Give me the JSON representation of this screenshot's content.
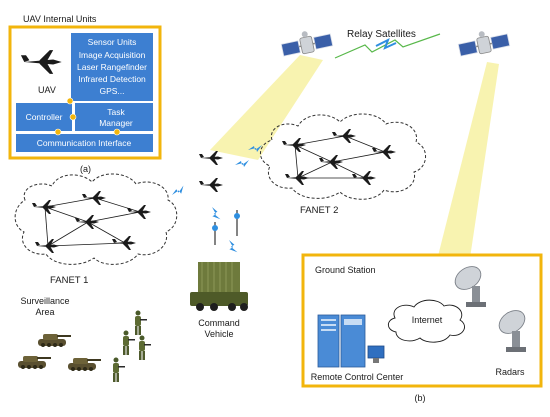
{
  "uav_units": {
    "title": "UAV Internal Units",
    "uav_label": "UAV",
    "sensor_title": "Sensor Units",
    "sensor_items": [
      "Image Acquisition",
      "Laser Rangefinder",
      "Infrared Detection",
      "GPS..."
    ],
    "controller": "Controller",
    "task_manager_line1": "Task",
    "task_manager_line2": "Manager",
    "comm_interface": "Communication Interface",
    "caption": "(a)"
  },
  "labels": {
    "relay": "Relay Satellites",
    "fanet1": "FANET 1",
    "fanet2": "FANET 2",
    "surveillance1": "Surveillance",
    "surveillance2": "Area",
    "command1": "Command",
    "command2": "Vehicle"
  },
  "ground_station": {
    "title": "Ground Station",
    "internet": "Internet",
    "remote": "Remote Control Center",
    "radars": "Radars",
    "caption": "(b)"
  },
  "colors": {
    "panel_blue": "#3d7fd1",
    "panel_border": "#f2b50c",
    "beam": "#f7f1a2",
    "link": "#2f8fe0",
    "sat_link": "#58b84a"
  }
}
